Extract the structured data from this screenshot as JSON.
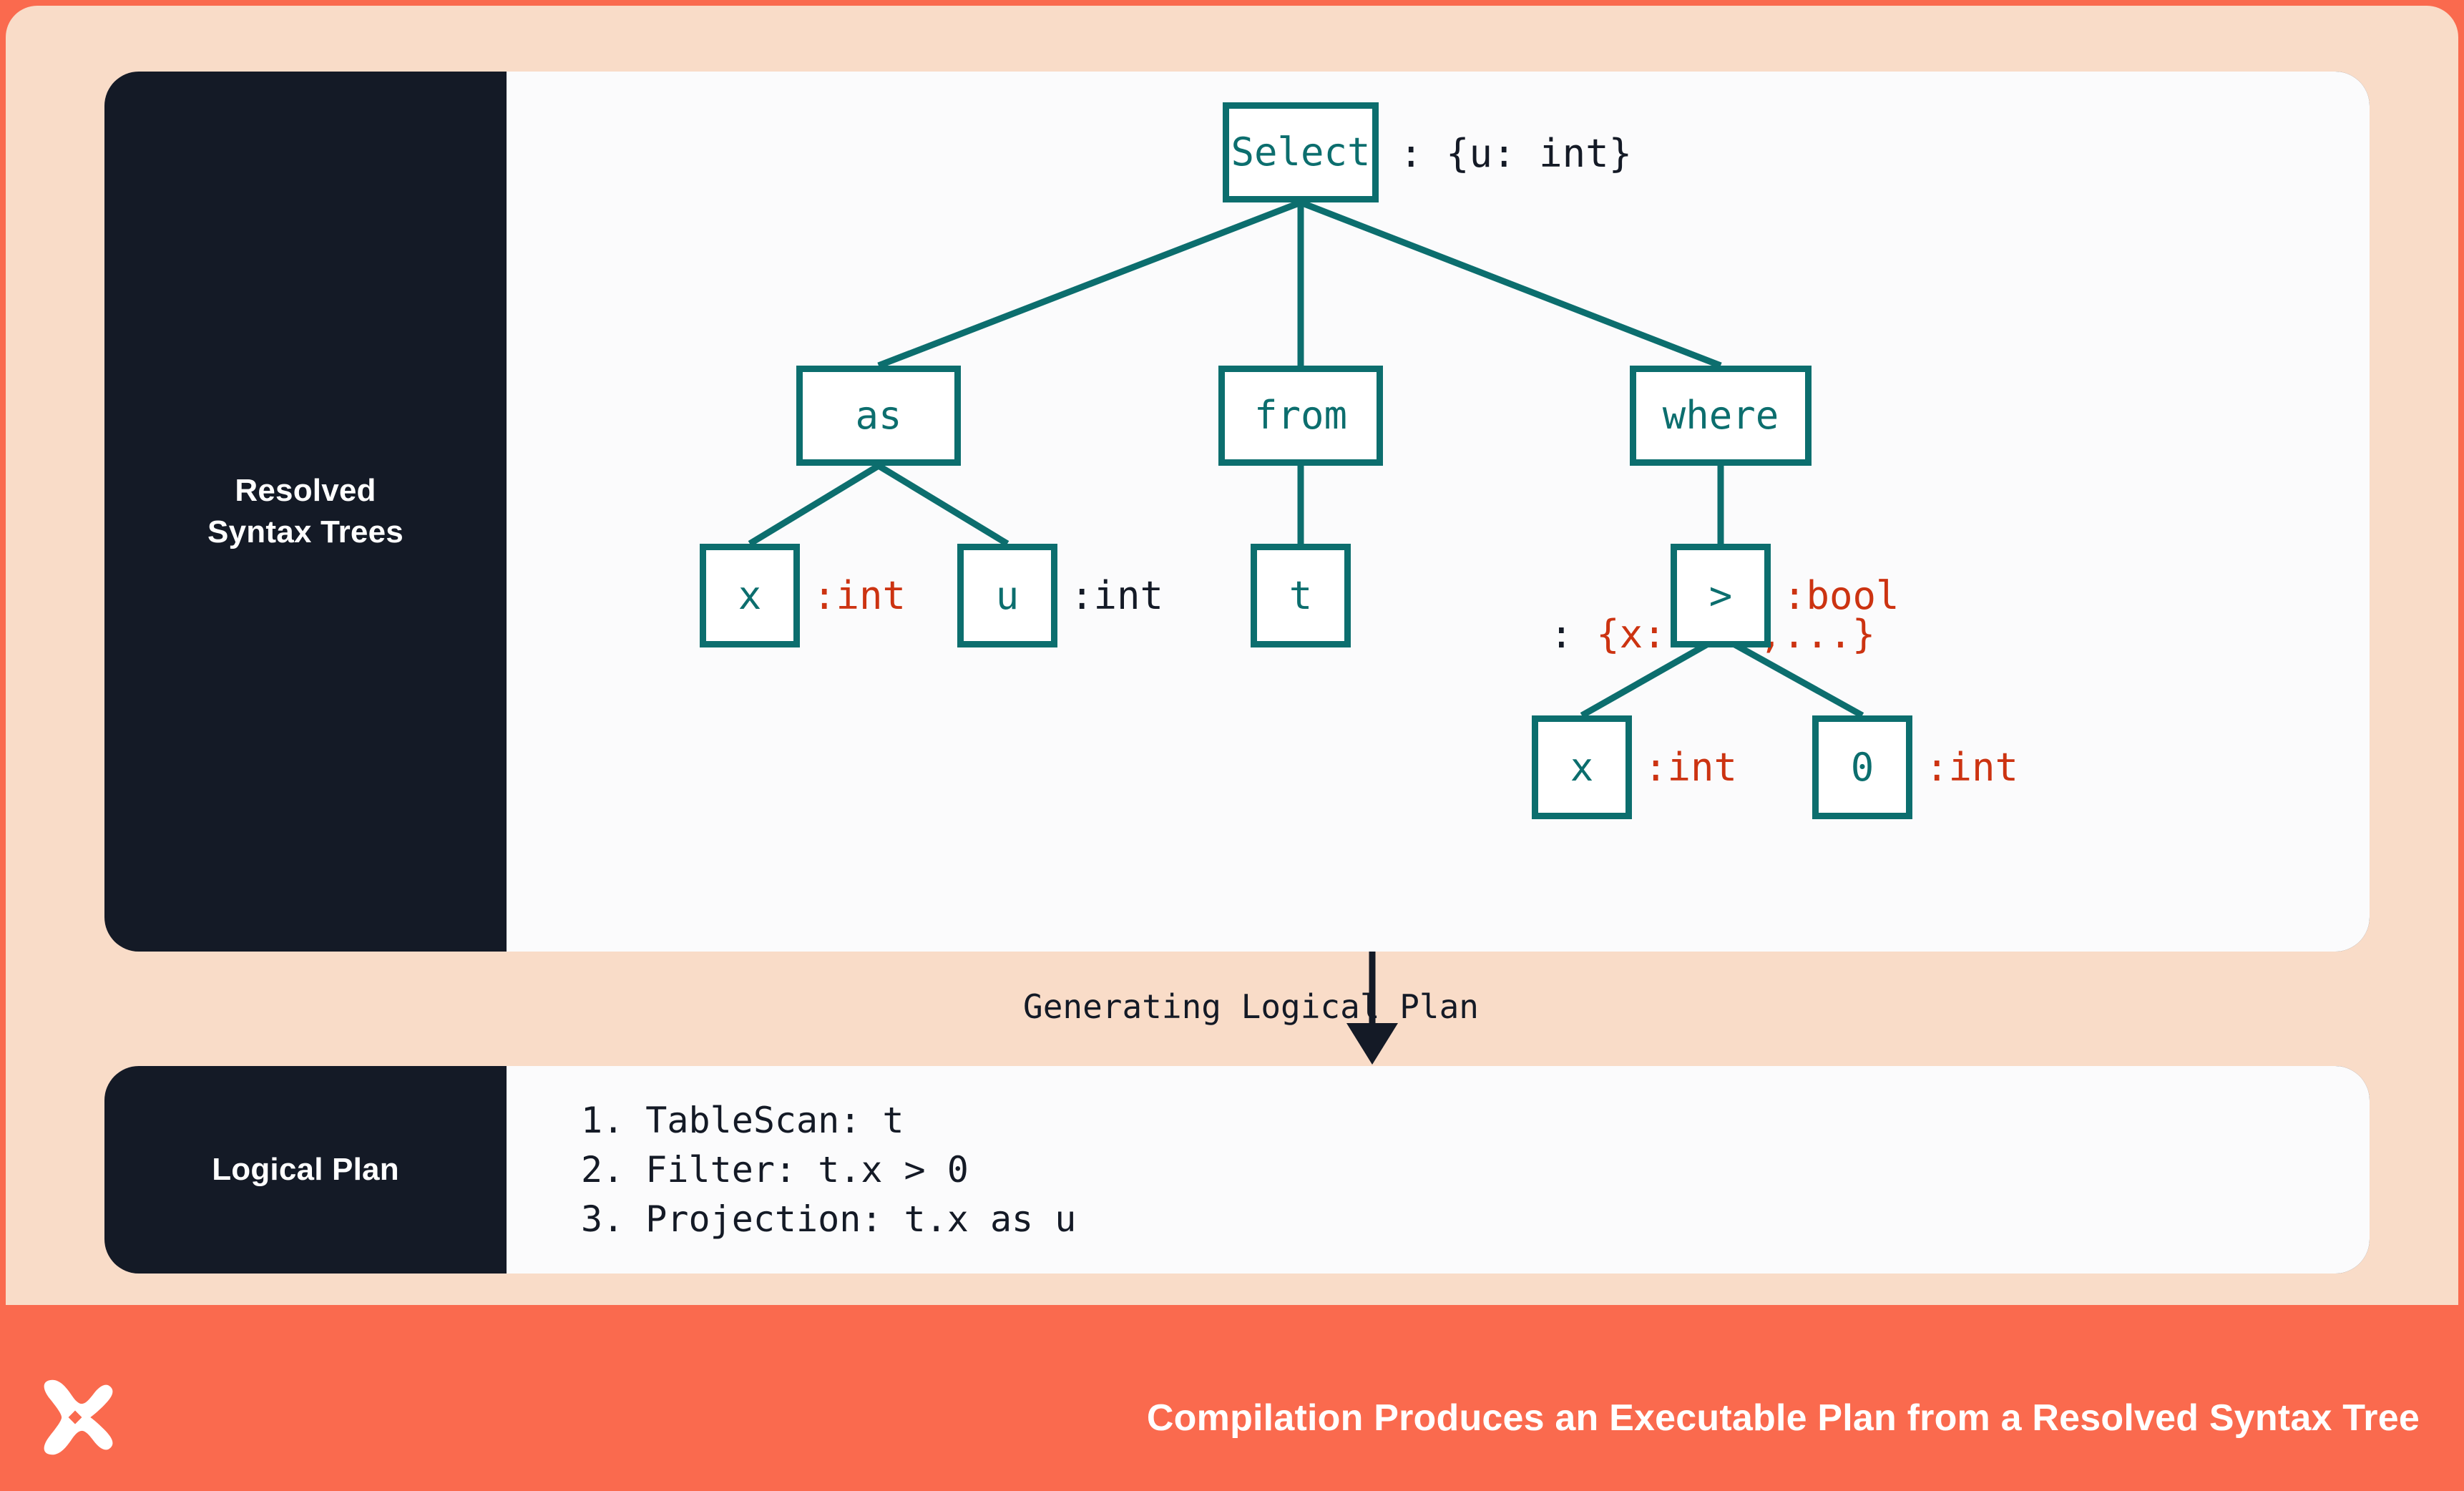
{
  "theme": {
    "frame_color": "#FA6A4E",
    "canvas_color": "#F9DCC8",
    "panel_color": "#141A26",
    "panel_body_color": "#FBFBFC",
    "node_color": "#0C6E6E",
    "type_error_color": "#CC3311",
    "text_color": "#141A26"
  },
  "rst_panel": {
    "label": "Resolved\nSyntax Trees",
    "label_line1": "Resolved",
    "label_line2": "Syntax Trees"
  },
  "tree": {
    "nodes": [
      {
        "id": "select",
        "label": "Select",
        "annotation": ": {u: int}",
        "annotation_color": "dark"
      },
      {
        "id": "as",
        "label": "as",
        "annotation": "",
        "annotation_color": "dark"
      },
      {
        "id": "from",
        "label": "from",
        "annotation": "",
        "annotation_color": "dark"
      },
      {
        "id": "where",
        "label": "where",
        "annotation": "",
        "annotation_color": "dark"
      },
      {
        "id": "as-x",
        "label": "x",
        "annotation": ":int",
        "annotation_color": "red"
      },
      {
        "id": "as-u",
        "label": "u",
        "annotation": ":int",
        "annotation_color": "dark"
      },
      {
        "id": "from-t",
        "label": "t",
        "annotation": ": {x: int,...}",
        "annotation_color": "mixed"
      },
      {
        "id": "gt",
        "label": ">",
        "annotation": ":bool",
        "annotation_color": "red"
      },
      {
        "id": "gt-x",
        "label": "x",
        "annotation": ":int",
        "annotation_color": "red"
      },
      {
        "id": "gt-0",
        "label": "0",
        "annotation": ":int",
        "annotation_color": "red"
      }
    ],
    "edges": [
      [
        "select",
        "as"
      ],
      [
        "select",
        "from"
      ],
      [
        "select",
        "where"
      ],
      [
        "as",
        "as-x"
      ],
      [
        "as",
        "as-u"
      ],
      [
        "from",
        "from-t"
      ],
      [
        "where",
        "gt"
      ],
      [
        "gt",
        "gt-x"
      ],
      [
        "gt",
        "gt-0"
      ]
    ],
    "t_annotation_prefix": ": ",
    "t_annotation_type": "{x: int,...}"
  },
  "connector": {
    "caption": "Generating Logical Plan"
  },
  "logical_plan": {
    "label": "Logical Plan",
    "steps": [
      "1. TableScan: t",
      "2. Filter: t.x > 0",
      "3. Projection: t.x as u"
    ]
  },
  "footer": {
    "caption": "Compilation Produces an Executable Plan from a Resolved Syntax Tree",
    "logo": "x-mark-logo"
  }
}
